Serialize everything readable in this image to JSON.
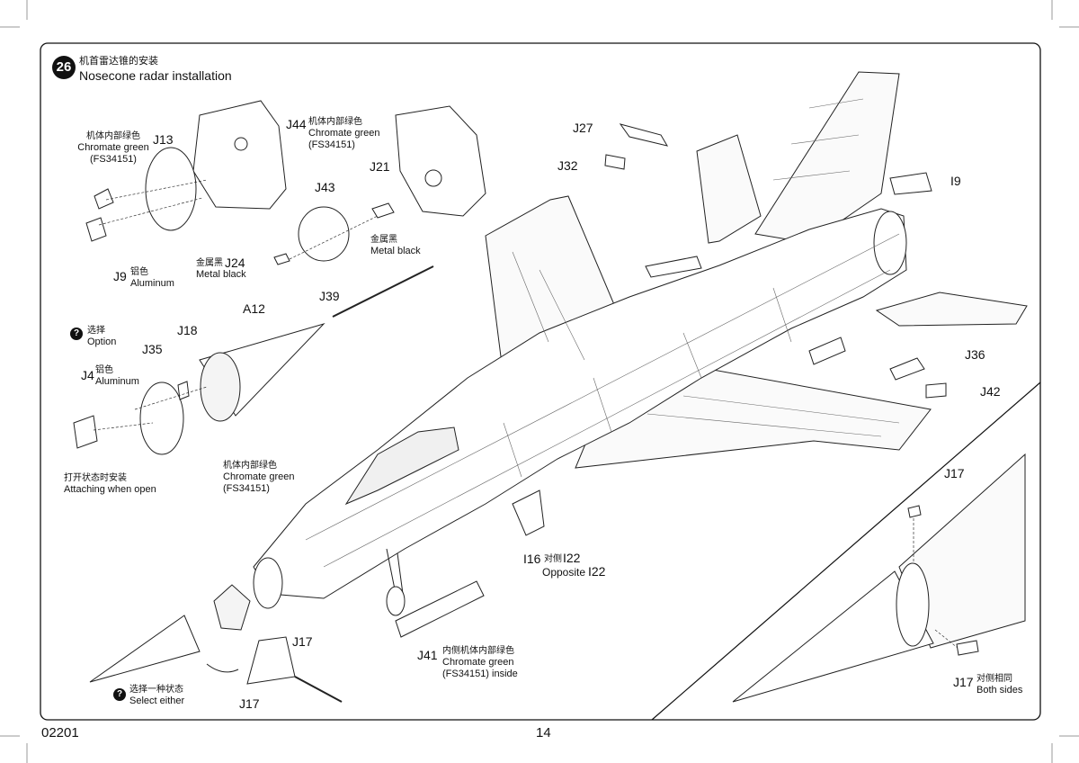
{
  "step": {
    "number": "26",
    "title_cn": "机首雷达锥的安装",
    "title_en": "Nosecone radar installation"
  },
  "parts": {
    "J13": "J13",
    "J44": "J44",
    "J21": "J21",
    "J43": "J43",
    "J24": "J24",
    "J9": "J9",
    "J39": "J39",
    "A12": "A12",
    "J18": "J18",
    "J35": "J35",
    "J4": "J4",
    "J27": "J27",
    "J32": "J32",
    "I9": "I9",
    "J36": "J36",
    "J42": "J42",
    "J41": "J41",
    "J17_a": "J17",
    "J17_b": "J17",
    "J17_c": "J17",
    "J17_d": "J17",
    "I16": "I16",
    "I22_a": "I22",
    "I22_b": "I22"
  },
  "callouts": {
    "j13_color": {
      "cn": "机体内部绿色",
      "en1": "Chromate green",
      "en2": "(FS34151)"
    },
    "j44_color": {
      "cn": "机体内部绿色",
      "en1": "Chromate green",
      "en2": "(FS34151)"
    },
    "j21_color": {
      "cn": "金属黑",
      "en1": "Metal black"
    },
    "j24_color": {
      "cn": "金属黑",
      "en1": "Metal black"
    },
    "j9_color": {
      "cn": "铝色",
      "en1": "Aluminum"
    },
    "option": {
      "icon": "?",
      "cn": "选择",
      "en1": "Option"
    },
    "j4_color": {
      "cn": "铝色",
      "en1": "Aluminum"
    },
    "attach_open": {
      "cn": "打开状态时安装",
      "en1": "Attaching when open"
    },
    "a12_color": {
      "cn": "机体内部绿色",
      "en1": "Chromate green",
      "en2": "(FS34151)"
    },
    "i16_opposite": {
      "cn": "对侧",
      "en1": "Opposite"
    },
    "j41_color": {
      "cn": "内侧机体内部绿色",
      "en1": "Chromate green",
      "en2": "(FS34151) inside"
    },
    "select_either": {
      "icon": "?",
      "cn": "选择一种状态",
      "en1": "Select either"
    },
    "j17_both": {
      "cn": "对侧相同",
      "en1": "Both sides"
    }
  },
  "footer": {
    "code": "02201",
    "page": "14"
  },
  "colors": {
    "ink": "#111111",
    "paper": "#ffffff"
  }
}
